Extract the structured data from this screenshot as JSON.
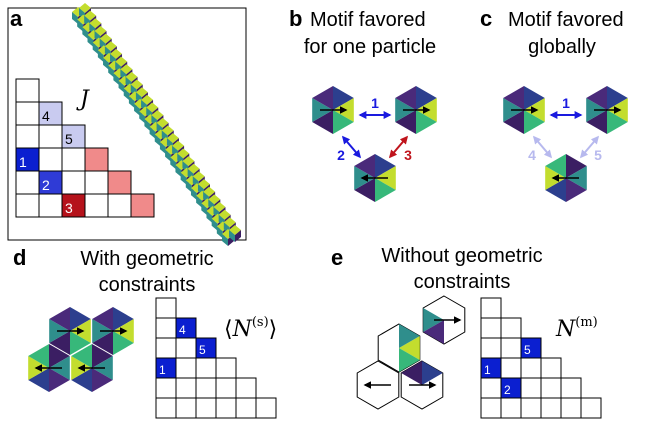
{
  "panels": {
    "a": {
      "letter": "a",
      "matrix_label": "J",
      "highlight_labels": [
        "1",
        "2",
        "3",
        "4",
        "5"
      ]
    },
    "b": {
      "letter": "b",
      "title_line1": "Motif favored",
      "title_line2": "for one particle",
      "arrow_labels": [
        "1",
        "2",
        "3"
      ]
    },
    "c": {
      "letter": "c",
      "title_line1": "Motif favored",
      "title_line2": "globally",
      "arrow_labels": [
        "1",
        "4",
        "5"
      ]
    },
    "d": {
      "letter": "d",
      "title_line1": "With geometric",
      "title_line2": "constraints",
      "matrix_label_left": "⟨",
      "matrix_label_main": "N",
      "matrix_label_sup": "(s)",
      "matrix_label_right": "⟩",
      "highlight_labels": [
        "1",
        "4",
        "5"
      ]
    },
    "e": {
      "letter": "e",
      "title_line1": "Without geometric",
      "title_line2": "constraints",
      "matrix_label_main": "N",
      "matrix_label_sup": "(m)",
      "highlight_labels": [
        "1",
        "2",
        "5"
      ]
    }
  },
  "colors": {
    "blue_strong": "#0b1fd0",
    "blue_mid": "#2f3bd6",
    "blue_light": "#c9cbf0",
    "red_strong": "#b5121b",
    "red_light": "#f08a8a",
    "arrow_blue": "#1a1adf",
    "arrow_red": "#c0141c",
    "arrow_faded": "#b7b9ee",
    "hex_dark": "#3b1e63",
    "hex_teal": "#2f8e8c",
    "hex_green": "#37b87a",
    "hex_yellow": "#c3dd2e",
    "hex_navy": "#2c3f8e"
  }
}
